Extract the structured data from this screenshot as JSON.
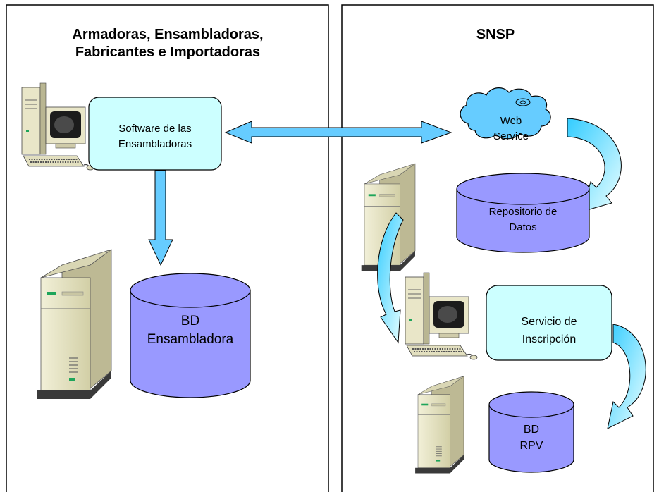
{
  "panels": {
    "left_title_line1": "Armadoras, Ensambladoras,",
    "left_title_line2": "Fabricantes e Importadoras",
    "right_title": "SNSP"
  },
  "nodes": {
    "software_line1": "Software de las",
    "software_line2": "Ensambladoras",
    "bd_ensambladora_line1": "BD",
    "bd_ensambladora_line2": "Ensambladora",
    "web_service_line1": "Web",
    "web_service_line2": "Service",
    "repositorio_line1": "Repositorio de",
    "repositorio_line2": "Datos",
    "servicio_line1": "Servicio de",
    "servicio_line2": "Inscripción",
    "bd_rpv_line1": "BD",
    "bd_rpv_line2": "RPV"
  },
  "colors": {
    "process_box_fill": "#ccffff",
    "database_fill": "#9999ff",
    "arrow_fill": "#66ccff",
    "curved_arrow_fill": "#33ccff",
    "cloud_fill": "#66ccff",
    "server_body": "#e6e3c2",
    "border": "#000000"
  },
  "icons": [
    "desktop-computer-icon",
    "server-tower-icon",
    "cloud-icon",
    "database-cylinder-icon"
  ]
}
